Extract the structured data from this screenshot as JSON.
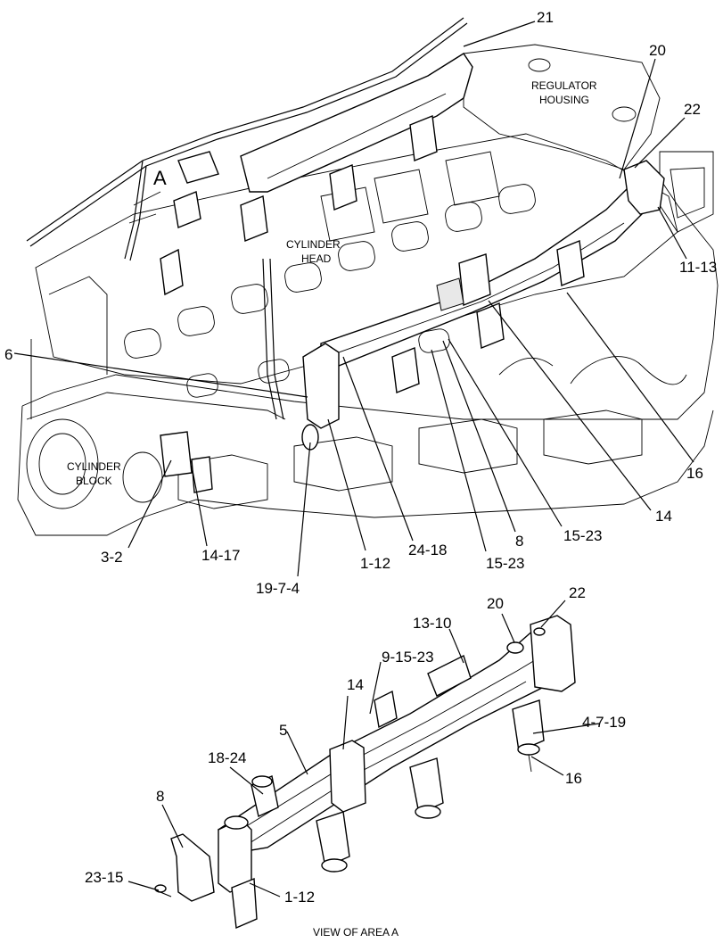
{
  "callouts": {
    "c_21": "21",
    "c_20_top": "20",
    "c_22_top": "22",
    "c_a": "A",
    "c_11_13": "11-13",
    "c_6": "6",
    "c_16_top": "16",
    "c_14_top": "14",
    "c_15_23_a": "15-23",
    "c_8_top": "8",
    "c_15_23_b": "15-23",
    "c_24_18": "24-18",
    "c_1_12_top": "1-12",
    "c_19_7_4": "19-7-4",
    "c_3_2": "3-2",
    "c_14_17": "14-17",
    "c_20_bot": "20",
    "c_22_bot": "22",
    "c_13_10": "13-10",
    "c_9_15_23": "9-15-23",
    "c_14_bot": "14",
    "c_4_7_19": "4-7-19",
    "c_5": "5",
    "c_16_bot": "16",
    "c_18_24": "18-24",
    "c_8_bot": "8",
    "c_23_15": "23-15",
    "c_1_12_bot": "1-12"
  },
  "area_labels": {
    "regulator_1": "REGULATOR",
    "regulator_2": "HOUSING",
    "head_1": "CYLINDER",
    "head_2": "HEAD",
    "block_1": "CYLINDER",
    "block_2": "BLOCK"
  },
  "caption": "VIEW OF AREA A"
}
